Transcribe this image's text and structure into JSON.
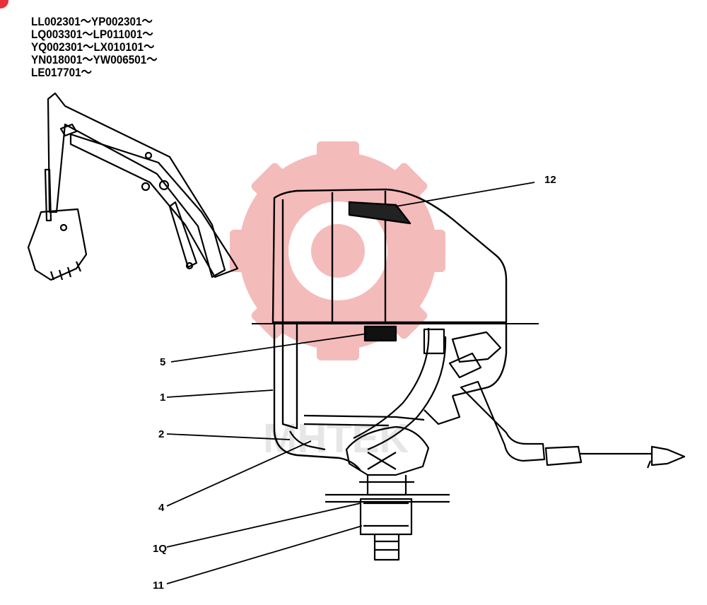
{
  "serial_ranges": [
    "LL002301～YP002301～",
    "LQ003301～LP011001～",
    "YQ002301～LX010101～",
    "YN018001～YW006501～",
    "LE017701～"
  ],
  "callouts": [
    {
      "id": "12",
      "label": "12"
    },
    {
      "id": "5",
      "label": "5"
    },
    {
      "id": "1",
      "label": "1"
    },
    {
      "id": "2",
      "label": "2"
    },
    {
      "id": "4",
      "label": "4"
    },
    {
      "id": "10",
      "label": "1Q"
    },
    {
      "id": "11",
      "label": "11"
    }
  ],
  "colors": {
    "watermark": "#f3b0b0",
    "line": "#000000",
    "corner_mark": "#e8303a"
  },
  "watermark_text": "MHTEK"
}
